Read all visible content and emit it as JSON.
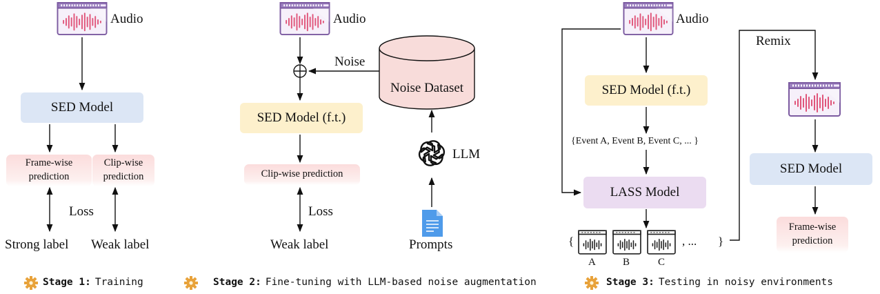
{
  "stage1": {
    "audio_label": "Audio",
    "model": "SED Model",
    "pred_frame": [
      "Frame-wise",
      "prediction"
    ],
    "pred_clip": [
      "Clip-wise",
      "prediction"
    ],
    "loss": "Loss",
    "strong_label": "Strong label",
    "weak_label": "Weak label",
    "caption_bold": "Stage 1:",
    "caption_text": "Training"
  },
  "stage2": {
    "audio_label": "Audio",
    "noise_label": "Noise",
    "noise_dataset": "Noise Dataset",
    "model": "SED Model (f.t.)",
    "pred_clip": "Clip-wise prediction",
    "loss": "Loss",
    "weak_label": "Weak label",
    "llm_label": "LLM",
    "prompts_label": "Prompts",
    "caption_bold": "Stage 2:",
    "caption_text": "Fine-tuning with LLM-based noise augmentation"
  },
  "stage3": {
    "audio_label": "Audio",
    "model_ft": "SED Model (f.t.)",
    "events": "{Event A, Event B, Event C, ... }",
    "lass": "LASS Model",
    "remix": "Remix",
    "model": "SED Model",
    "pred_frame": [
      "Frame-wise",
      "prediction"
    ],
    "clips_open": "{",
    "clips_close": "}",
    "clips_ellipsis": ", ...",
    "clip_labels": [
      "A",
      "B",
      "C"
    ],
    "caption_bold": "Stage 3:",
    "caption_text": "Testing in noisy environments"
  },
  "colors": {
    "sed_blue": "#dce6f5",
    "sed_yellow": "#fdf0cc",
    "lass_purple": "#ebdcf1",
    "prediction_pink": "#fbdcdc",
    "noise_dataset_pink": "#f8dcda",
    "audio_icon_frame": "#7b5aa0",
    "waveform": "#e0557a",
    "gear": "#e8a23a"
  },
  "icons": [
    "audio-waveform-icon",
    "openai-llm-icon",
    "document-icon",
    "gear-icon",
    "audio-clip-icon"
  ]
}
